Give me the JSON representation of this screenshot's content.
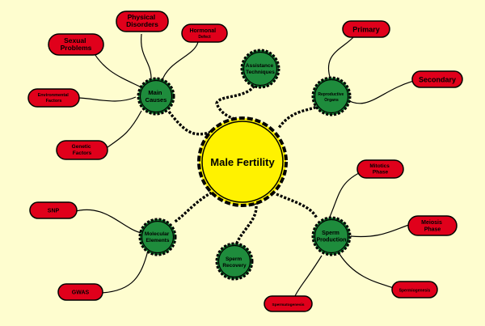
{
  "center": {
    "label": "Male Fertility"
  },
  "hubs": {
    "main_causes": [
      "Main",
      "Causes"
    ],
    "assistance_techniques": [
      "Assistance",
      "Techniques"
    ],
    "reproductive_organs": [
      "Reproductive",
      "Organs"
    ],
    "molecular_elements": [
      "Molecular",
      "Elements"
    ],
    "sperm_recovery": [
      "Sperm",
      "Recovery"
    ],
    "sperm_production": [
      "Sperm",
      "Production"
    ]
  },
  "leaves": {
    "physical_disorders": [
      "Physical",
      "Disorders"
    ],
    "hormonal_defect": [
      "Hormonal",
      "Defect"
    ],
    "sexual_problems": [
      "Sexual",
      "Problems"
    ],
    "environmental_factors": [
      "Environmental",
      "Factors"
    ],
    "genetic_factors": [
      "Genetic",
      "Factors"
    ],
    "primary": [
      "Primary"
    ],
    "secondary": [
      "Secondary"
    ],
    "snp": [
      "SNP"
    ],
    "gwas": [
      "GWAS"
    ],
    "mitotics_phase": [
      "Mitotics",
      "Phase"
    ],
    "meiosis_phase": [
      "Meiosis",
      "Phase"
    ],
    "spermatogenesis": [
      "Spermatogenesis"
    ],
    "spermiogenesis": [
      "Spermiogenesis"
    ]
  },
  "colors": {
    "background": "#fefdcf",
    "center_fill": "#fff200",
    "hub_fill": "#1e8c3c",
    "leaf_fill": "#e0001b",
    "outline": "#000000"
  }
}
